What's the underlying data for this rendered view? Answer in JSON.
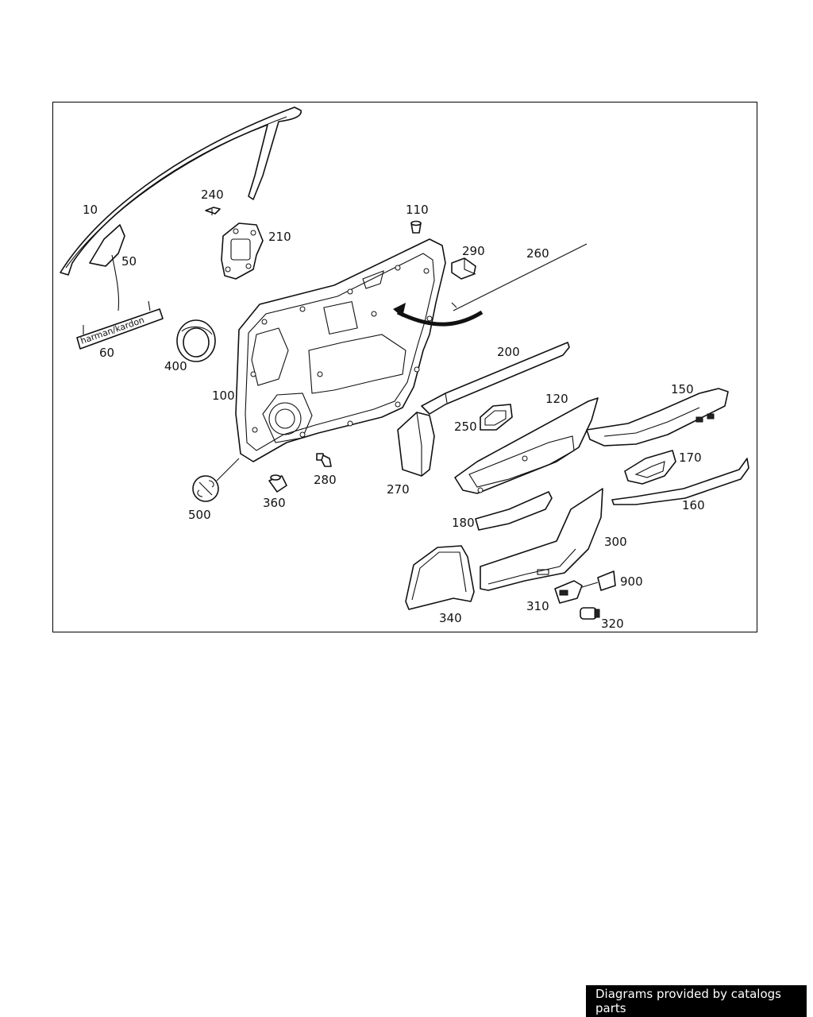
{
  "diagram": {
    "part_labels": {
      "p10": "10",
      "p50": "50",
      "p60": "60",
      "p100": "100",
      "p110": "110",
      "p120": "120",
      "p150": "150",
      "p160": "160",
      "p170": "170",
      "p180": "180",
      "p200": "200",
      "p210": "210",
      "p240": "240",
      "p250": "250",
      "p260": "260",
      "p270": "270",
      "p280": "280",
      "p290": "290",
      "p300": "300",
      "p310": "310",
      "p320": "320",
      "p340": "340",
      "p360": "360",
      "p400": "400",
      "p500": "500",
      "p900": "900"
    },
    "badge_text": "harman/kardon"
  },
  "footer": {
    "credit": "Diagrams provided by catalogs parts",
    "background_color": "#000000",
    "text_color": "#ffffff"
  }
}
